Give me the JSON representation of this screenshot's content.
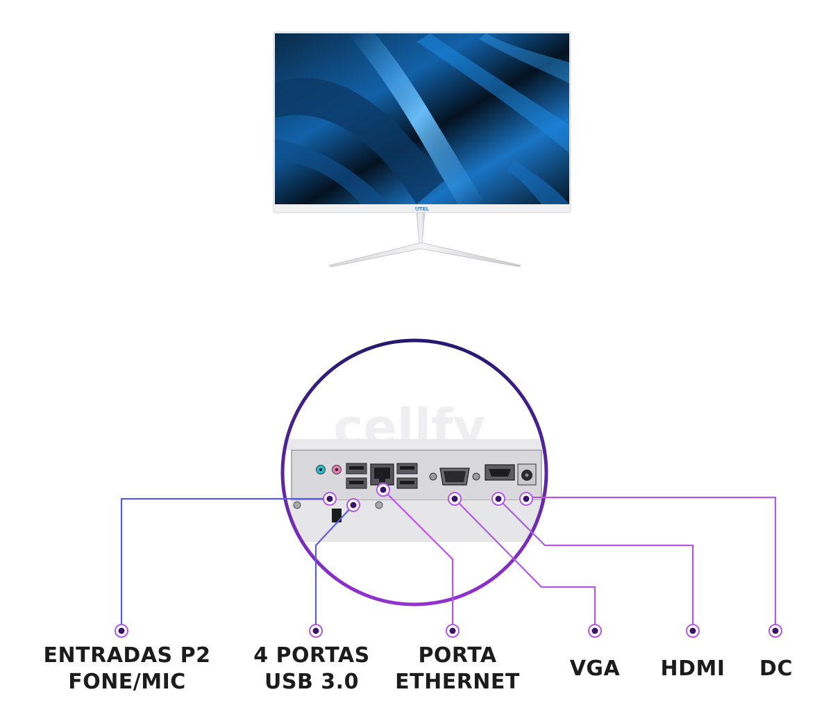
{
  "colors": {
    "circle_from": "#2a1a78",
    "circle_to": "#8a2fc8",
    "line_blue": "#5a5ae8",
    "line_purple": "#b455e6",
    "dot_fill": "#3a1366",
    "text": "#1c1c1c",
    "screen_dark": "#061626",
    "screen_blue": "#1e7fd8"
  },
  "monitor": {
    "logo_text": "ᗢTEL"
  },
  "panel": {
    "watermark": "cellfy"
  },
  "ports": [
    {
      "id": "p2",
      "lines": [
        "ENTRADAS P2",
        "FONE/MIC"
      ]
    },
    {
      "id": "usb",
      "lines": [
        "4 PORTAS",
        "USB 3.0"
      ]
    },
    {
      "id": "ethernet",
      "lines": [
        "PORTA",
        "ETHERNET"
      ]
    },
    {
      "id": "vga",
      "lines": [
        "VGA"
      ]
    },
    {
      "id": "hdmi",
      "lines": [
        "HDMI"
      ]
    },
    {
      "id": "dc",
      "lines": [
        "DC"
      ]
    }
  ]
}
